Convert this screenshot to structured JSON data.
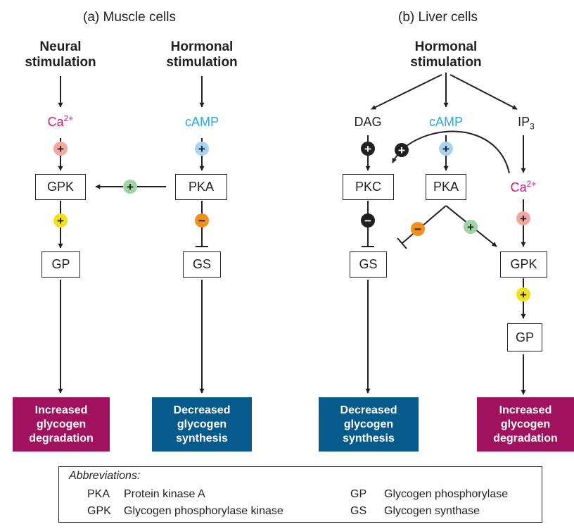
{
  "panels": {
    "muscle_title": "(a)  Muscle cells",
    "liver_title": "(b)  Liver cells"
  },
  "muscle": {
    "neural_stim": [
      "Neural",
      "stimulation"
    ],
    "hormonal_stim": [
      "Hormonal",
      "stimulation"
    ],
    "ca_base": "Ca",
    "ca_sup": "2+",
    "camp": "cAMP",
    "gpk": "GPK",
    "pka": "PKA",
    "gp": "GP",
    "gs": "GS",
    "out_degradation": [
      "Increased",
      "glycogen",
      "degradation"
    ],
    "out_synthesis": [
      "Decreased",
      "glycogen",
      "synthesis"
    ]
  },
  "liver": {
    "hormonal_stim": [
      "Hormonal",
      "stimulation"
    ],
    "dag": "DAG",
    "camp": "cAMP",
    "ip3_base": "IP",
    "ip3_sub": "3",
    "ca_base": "Ca",
    "ca_sup": "2+",
    "pkc": "PKC",
    "pka": "PKA",
    "gs": "GS",
    "gpk": "GPK",
    "gp": "GP",
    "out_synthesis": [
      "Decreased",
      "glycogen",
      "synthesis"
    ],
    "out_degradation": [
      "Increased",
      "glycogen",
      "degradation"
    ]
  },
  "signs": {
    "plus": "+",
    "minus": "−"
  },
  "abbreviations": {
    "heading": "Abbreviations:",
    "items": [
      {
        "key": "PKA",
        "value": "Protein kinase A"
      },
      {
        "key": "GPK",
        "value": "Glycogen phosphorylase kinase"
      },
      {
        "key": "GP",
        "value": "Glycogen phosphorylase"
      },
      {
        "key": "GS",
        "value": "Glycogen synthase"
      }
    ]
  },
  "colors": {
    "ink": "#231f20",
    "calcium": "#d4147a",
    "camp": "#29a9e0",
    "calcium_circle": "#f2a7a0",
    "camp_circle": "#a7d3f0",
    "pka_circle": "#9fd3a4",
    "gpk_circle": "#f2e21a",
    "inhibit_circle": "#f0901e",
    "degradation_box": "#a1125e",
    "synthesis_box": "#075a8c"
  }
}
